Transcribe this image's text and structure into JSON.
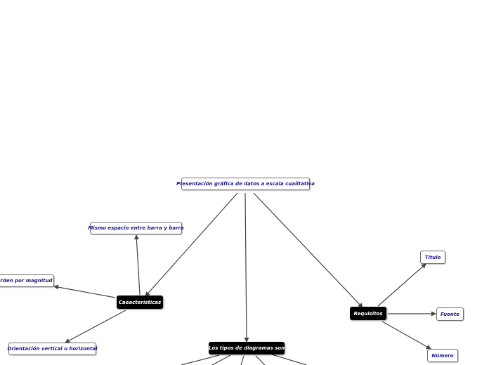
{
  "diagram": {
    "nodes": {
      "root": "Presentación gráfica de datos a escala cualitativa",
      "caracteristicas": "Caeacterísticas",
      "tipos": "Los tipos de diagramas son",
      "requisitos": "Requisitos",
      "mismo_espacio": "Mismo espacio entre barra y barra",
      "orden": "Orden por magnitud",
      "orientacion": "Orientación vertical u horizontal",
      "titulo": "Título",
      "fuente": "Fuente",
      "numero": "Número"
    },
    "colors": {
      "dark_node_bg": "#000000",
      "dark_node_text": "#ffffff",
      "light_node_text": "#1a1a8c",
      "edge": "#444444"
    }
  }
}
